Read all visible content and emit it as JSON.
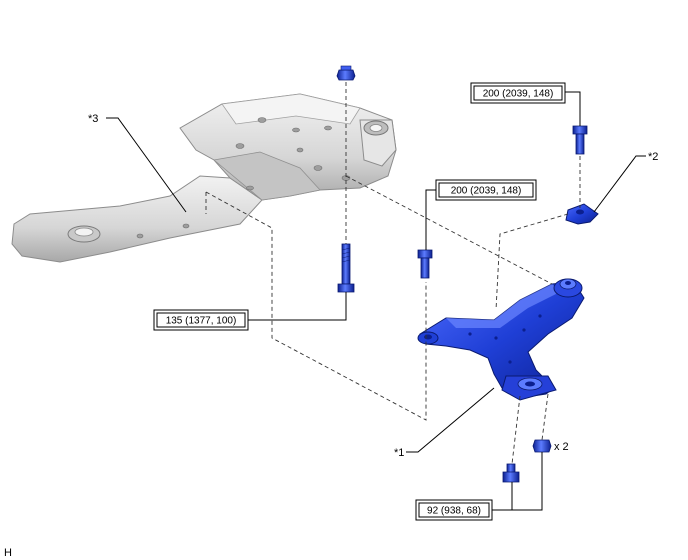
{
  "callouts": {
    "part1": "*1",
    "part2": "*2",
    "part3": "*3",
    "qty": "x 2",
    "corner": "H"
  },
  "torques": {
    "t_upper_right": "200 (2039, 148)",
    "t_middle": "200 (2039, 148)",
    "t_left": "135 (1377, 100)",
    "t_bottom": "92 (938, 68)"
  },
  "colors": {
    "part_blue": "#1f3fd6",
    "part_blue_dark": "#0b1f8f",
    "part_blue_light": "#5c7cff",
    "frame_gray": "#d9d9d9",
    "frame_dark": "#9a9a9a"
  }
}
